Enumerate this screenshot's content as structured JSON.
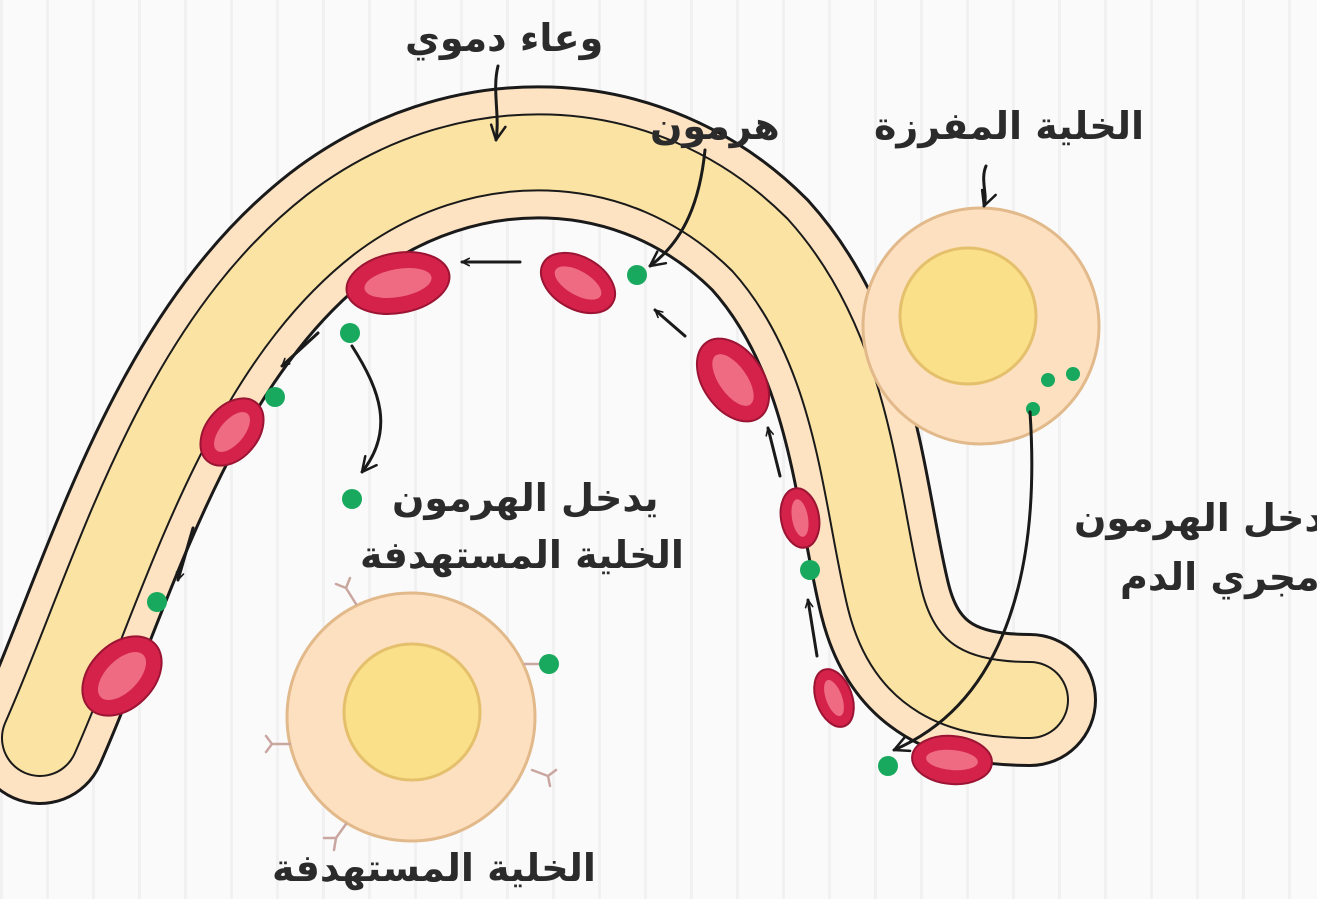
{
  "labels": {
    "blood_vessel": "وعاء دموي",
    "hormone": "هرمون",
    "secreting_cell": "الخلية المفرزة",
    "enters_target_line1": "يدخل الهرمون",
    "enters_target_line2": "الخلية المستهدفة",
    "enters_blood_line1": "يدخل الهرمون",
    "enters_blood_line2": "مجري الدم",
    "target_cell": "الخلية المستهدفة"
  },
  "colors": {
    "vessel_wall": "#fde3c2",
    "vessel_lumen": "#fbe3a3",
    "red_blood_cell": "#d4224a",
    "red_blood_cell_center": "#ee6b82",
    "hormone": "#18a95e",
    "cell_membrane": "#fde0c0",
    "nucleus": "#fbe08a",
    "outline": "#1a1a1a"
  }
}
